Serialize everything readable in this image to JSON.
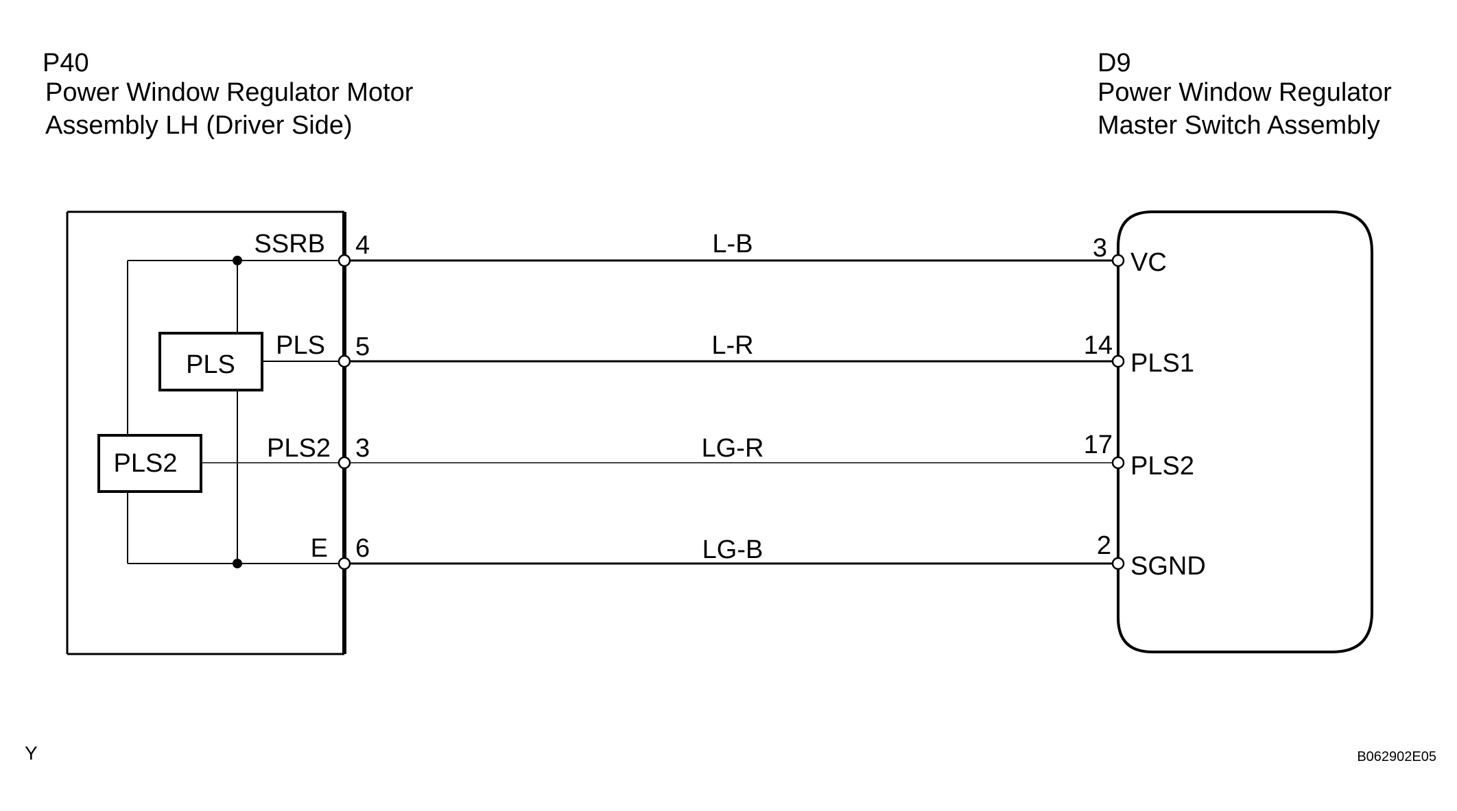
{
  "left_component": {
    "id": "P40",
    "name_line1": "Power Window Regulator Motor",
    "name_line2": "Assembly LH (Driver Side)",
    "internal_boxes": [
      "PLS",
      "PLS2"
    ]
  },
  "right_component": {
    "id": "D9",
    "name_line1": "Power Window Regulator",
    "name_line2": "Master Switch Assembly"
  },
  "wires": [
    {
      "left_signal": "SSRB",
      "left_pin": "4",
      "color": "L-B",
      "right_pin": "3",
      "right_signal": "VC"
    },
    {
      "left_signal": "PLS",
      "left_pin": "5",
      "color": "L-R",
      "right_pin": "14",
      "right_signal": "PLS1"
    },
    {
      "left_signal": "PLS2",
      "left_pin": "3",
      "color": "LG-R",
      "right_pin": "17",
      "right_signal": "PLS2"
    },
    {
      "left_signal": "E",
      "left_pin": "6",
      "color": "LG-B",
      "right_pin": "2",
      "right_signal": "SGND"
    }
  ],
  "corner_letter": "Y",
  "figure_code": "B062902E05"
}
